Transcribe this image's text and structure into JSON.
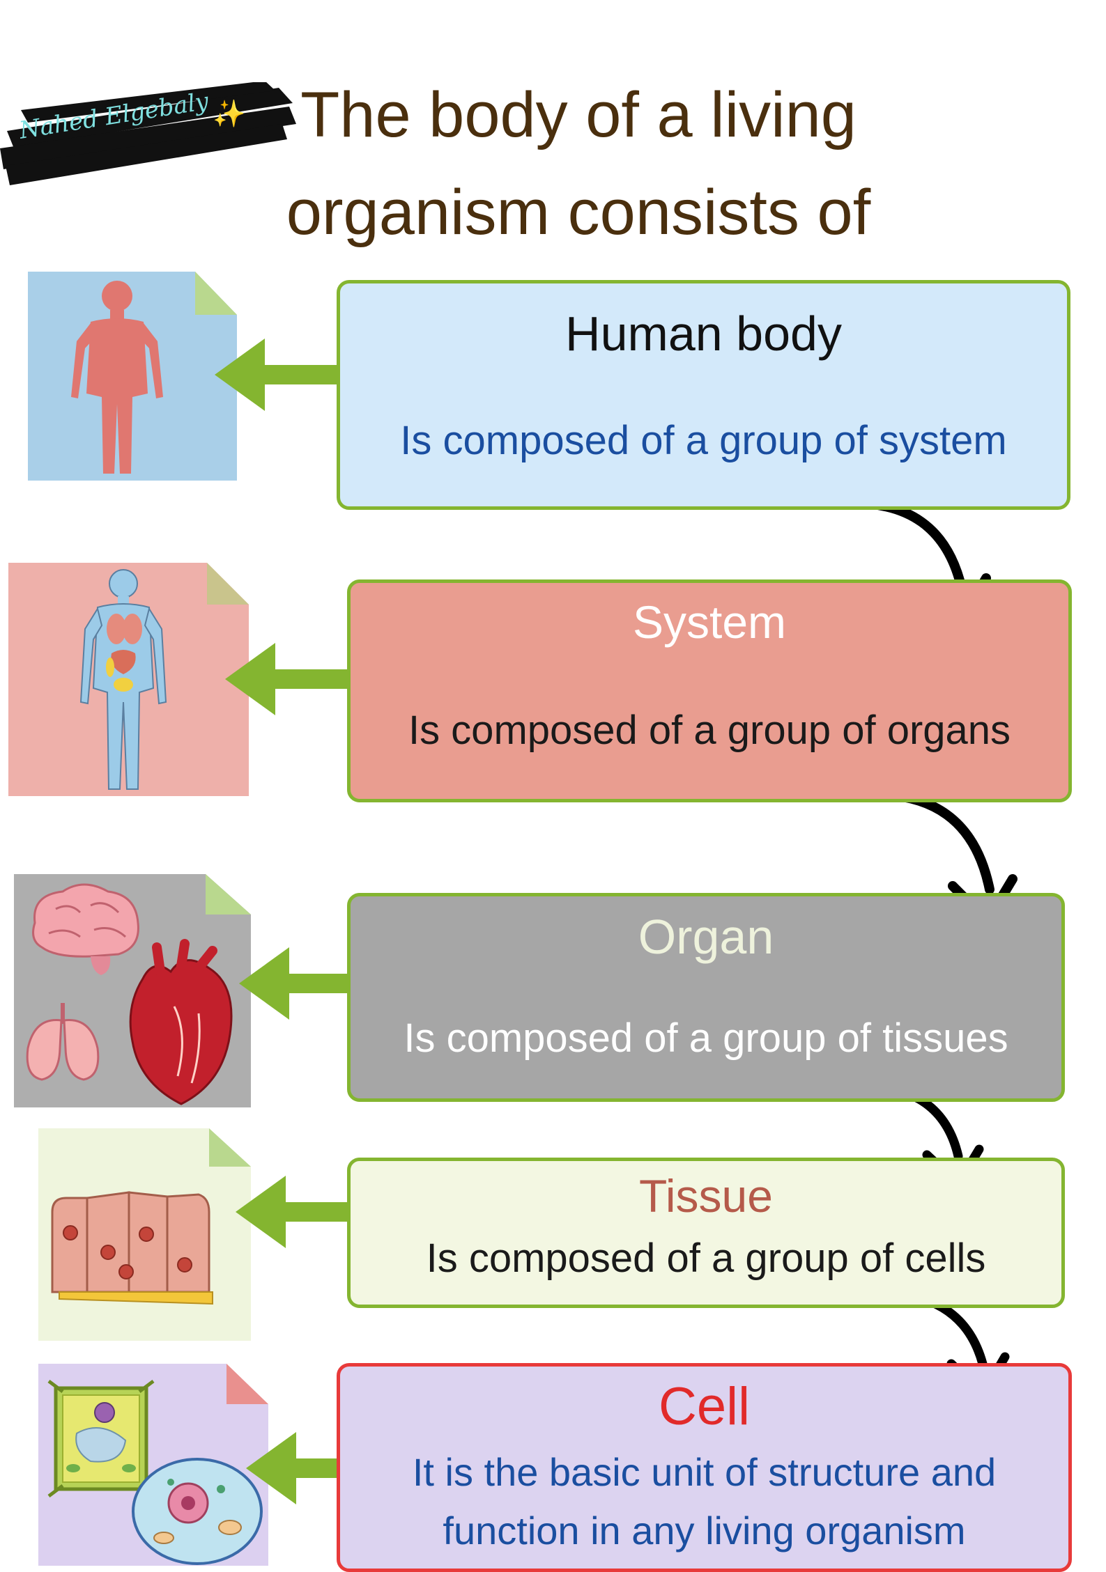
{
  "title": {
    "line1": "The body of a living",
    "line2": "organism consists of"
  },
  "author": {
    "name": "Nahed Elgebaly",
    "sparkle": "✨"
  },
  "levels": [
    {
      "name": "Human body",
      "description": "Is composed of a group of system",
      "icon": "human-body-icon"
    },
    {
      "name": "System",
      "description": "Is composed of a group of organs",
      "icon": "body-systems-icon"
    },
    {
      "name": "Organ",
      "description": "Is composed of a group of tissues",
      "icon": "organs-icon"
    },
    {
      "name": "Tissue",
      "description": "Is composed of a group of cells",
      "icon": "tissue-icon"
    },
    {
      "name": "Cell",
      "description_line1": "It is the basic unit of structure and",
      "description_line2": "function in any living organism",
      "icon": "cells-icon"
    }
  ],
  "colors": {
    "title": "#4a2f0e",
    "card_border": "#84b530",
    "cell_border": "#e83a3a",
    "arrow": "#84b530"
  }
}
